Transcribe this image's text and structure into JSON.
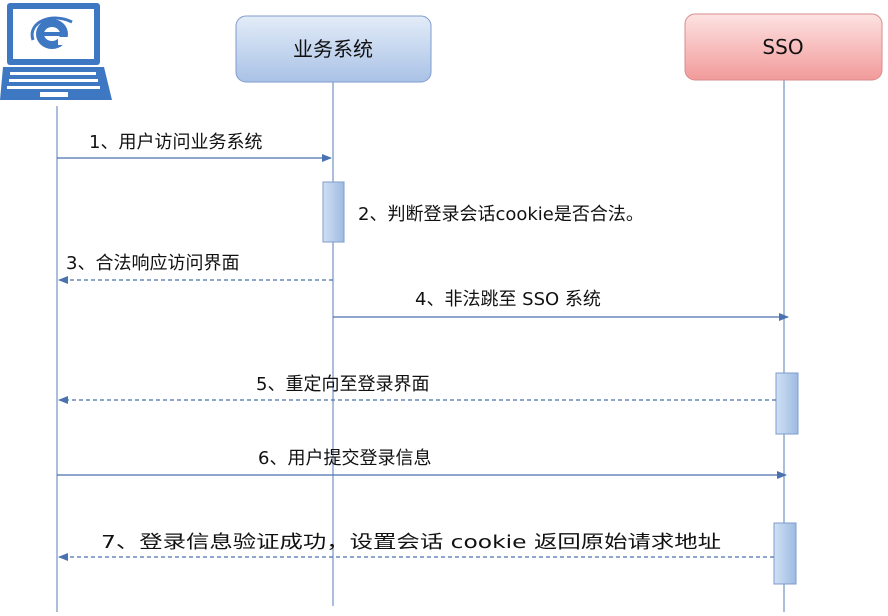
{
  "participants": {
    "client_icon": "internet-explorer-laptop-icon",
    "business": {
      "label": "业务系统"
    },
    "sso": {
      "label": "SSO"
    }
  },
  "messages": [
    {
      "label": "1、用户访问业务系统"
    },
    {
      "label": "2、判断登录会话cookie是否合法。"
    },
    {
      "label": "3、合法响应访问界面"
    },
    {
      "label": "4、非法跳至 SSO 系统"
    },
    {
      "label": "5、重定向至登录界面"
    },
    {
      "label": "6、用户提交登录信息"
    },
    {
      "label": "7、登录信息验证成功，设置会话 cookie 返回原始请求地址"
    }
  ],
  "colors": {
    "lifeline": "#8faad2",
    "arrow": "#4a72b0",
    "business_fill_top": "#e3ecf8",
    "business_fill_bottom": "#a9c2e6",
    "sso_fill_top": "#fde2e2",
    "sso_fill_bottom": "#f29a9a",
    "icon_blue": "#3e78c2"
  }
}
